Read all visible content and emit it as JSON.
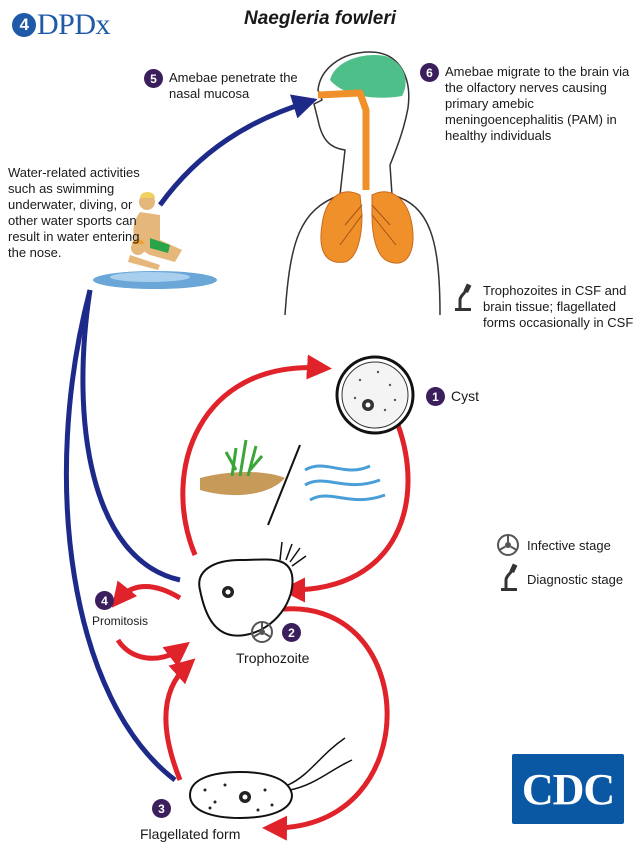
{
  "logo": {
    "text": "DPDx"
  },
  "title": "Naegleria fowleri",
  "steps": {
    "s1": {
      "num": "1",
      "label": "Cyst"
    },
    "s2": {
      "num": "2",
      "label": "Trophozoite"
    },
    "s3": {
      "num": "3",
      "label": "Flagellated form"
    },
    "s4": {
      "num": "4",
      "label": "Promitosis"
    },
    "s5": {
      "num": "5",
      "label": "Amebae penetrate the nasal mucosa"
    },
    "s6": {
      "num": "6",
      "label": "Amebae migrate to the brain via the olfactory nerves causing primary amebic meningoencephalitis (PAM) in healthy individuals"
    }
  },
  "water_note": "Water-related activities such as swimming underwater, diving, or other water sports can result in water entering the nose.",
  "diagnostic_note": "Trophozoites in CSF and brain tissue; flagellated forms occasionally in CSF",
  "legend": {
    "infective": "Infective stage",
    "diagnostic": "Diagnostic stage"
  },
  "cdc_logo": "CDC",
  "colors": {
    "red_arrow": "#e0232a",
    "blue_arrow": "#1e2a8a",
    "badge": "#3a1f5c",
    "lung": "#f0902a",
    "brain": "#4fbf8a"
  },
  "icons": [
    "biohazard-icon",
    "microscope-icon"
  ]
}
